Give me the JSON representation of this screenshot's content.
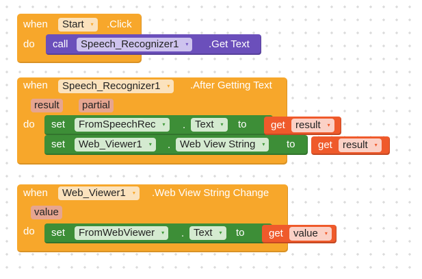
{
  "blocks": {
    "start_click": {
      "when": "when",
      "component": "Start",
      "event": ".Click",
      "do": "do",
      "call": {
        "call": "call",
        "component": "Speech_Recognizer1",
        "method": ".Get Text"
      }
    },
    "after_getting_text": {
      "when": "when",
      "component": "Speech_Recognizer1",
      "event": ".After Getting Text",
      "params": [
        "result",
        "partial"
      ],
      "do": "do",
      "statements": [
        {
          "set": "set",
          "component": "FromSpeechRec",
          "dot": ".",
          "property": "Text",
          "to": "to",
          "get": "get",
          "value": "result"
        },
        {
          "set": "set",
          "component": "Web_Viewer1",
          "dot": ".",
          "property": "Web View String",
          "to": "to",
          "get": "get",
          "value": "result"
        }
      ]
    },
    "web_view_string_change": {
      "when": "when",
      "component": "Web_Viewer1",
      "event": ".Web View String Change",
      "params": [
        "value"
      ],
      "do": "do",
      "statements": [
        {
          "set": "set",
          "component": "FromWebViewer",
          "dot": ".",
          "property": "Text",
          "to": "to",
          "get": "get",
          "value": "value"
        }
      ]
    }
  },
  "colors": {
    "event_block": "#f7a72b",
    "call_block": "#6b4fbb",
    "set_block": "#3d8e37",
    "get_block": "#ef5a2b",
    "param_chip": "#e6a590",
    "workspace_grid": "#cfcfcf"
  },
  "icons": {
    "dropdown": "▾"
  }
}
